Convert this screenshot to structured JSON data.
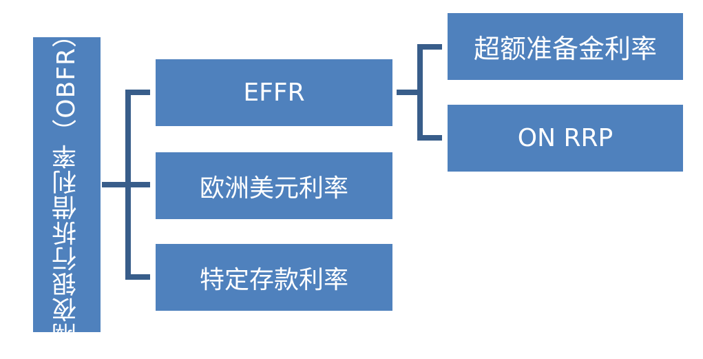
{
  "diagram": {
    "root": {
      "label": "隔夜银行拆借利率（OBFR）"
    },
    "level1": [
      {
        "label": "EFFR"
      },
      {
        "label": "欧洲美元利率"
      },
      {
        "label": "特定存款利率"
      }
    ],
    "level2": [
      {
        "label": "超额准备金利率"
      },
      {
        "label": "ON RRP"
      }
    ],
    "colors": {
      "box_fill": "#4f81bd",
      "connector": "#385d8a",
      "text": "#ffffff"
    }
  }
}
